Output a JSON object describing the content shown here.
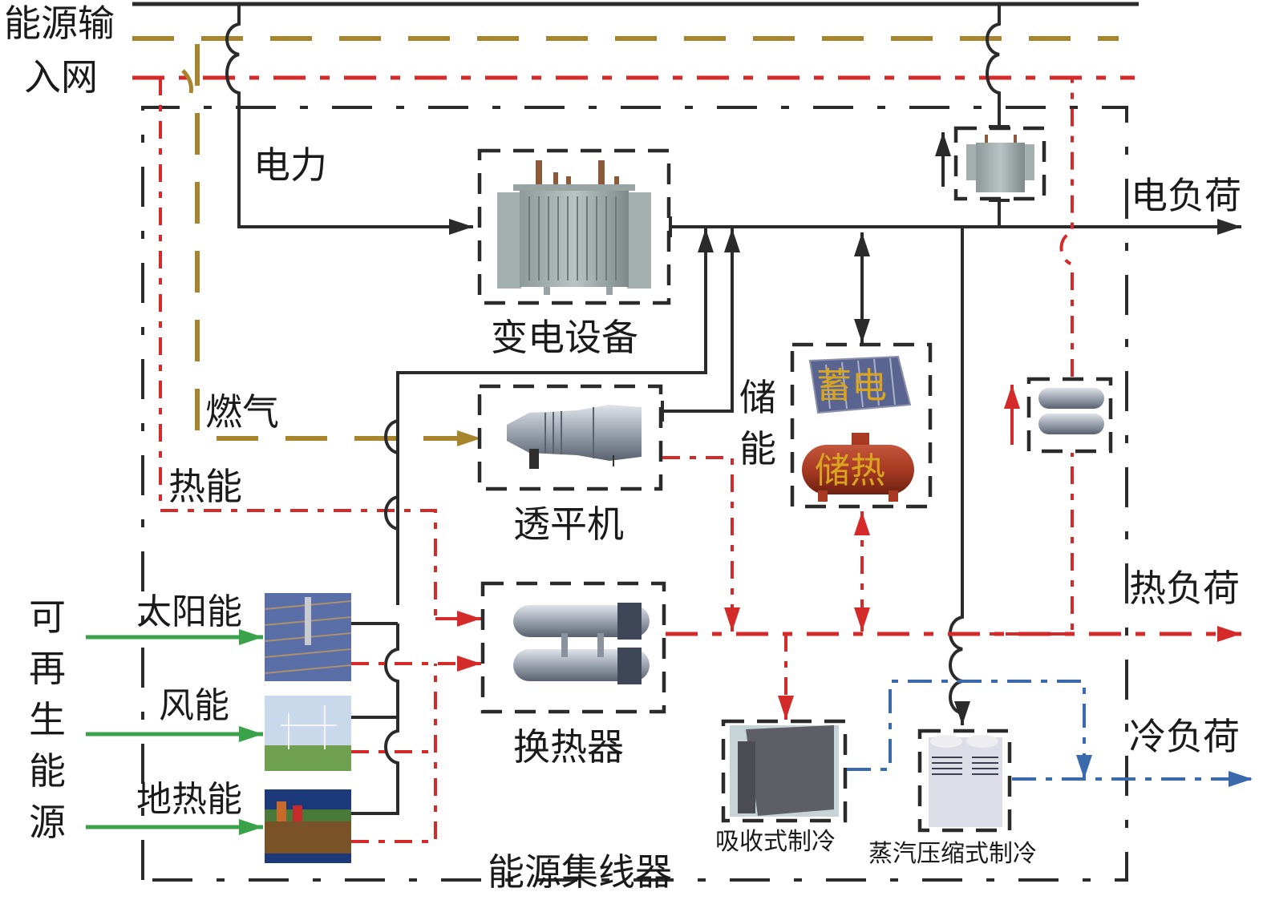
{
  "labels": {
    "input_grid": [
      "能源输",
      "入网"
    ],
    "electricity": "电力",
    "gas": "燃气",
    "heat": "热能",
    "renewable": [
      "可",
      "再",
      "生",
      "能",
      "源"
    ],
    "solar": "太阳能",
    "wind": "风能",
    "geothermal": "地热能",
    "transformer": "变电设备",
    "turbine": "透平机",
    "storage": [
      "储",
      "能"
    ],
    "battery": "蓄电",
    "heat_storage": "储热",
    "heat_exchanger": "换热器",
    "absorption_chiller": "吸收式制冷",
    "vapor_compression_chiller": "蒸汽压缩式制冷",
    "energy_hub": "能源集线器",
    "electric_load": "电负荷",
    "heat_load": "热负荷",
    "cooling_load": "冷负荷"
  },
  "colors": {
    "electric": "#2b2b2b",
    "gas": "#a8842c",
    "heat": "#d42a2a",
    "cold": "#3a6aac",
    "renewable": "#3aa24a",
    "storage_text": "#d9a520"
  }
}
